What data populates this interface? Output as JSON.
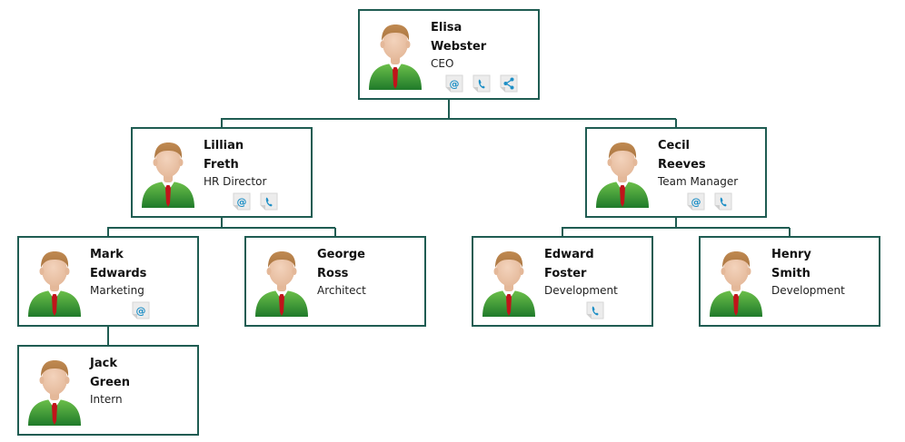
{
  "theme": {
    "border_color": "#1f5c52",
    "connector_color": "#1f5c52",
    "icon_color": "#1e8fc6",
    "shirt_color": "#3aa13a",
    "tie_color": "#c0141a",
    "skin_color": "#e4b899",
    "hair_color": "#a9743f"
  },
  "people": [
    {
      "id": "elisa-webster",
      "first": "Elisa",
      "last": "Webster",
      "role": "CEO",
      "actions": [
        "email-icon",
        "phone-icon",
        "share-icon"
      ]
    },
    {
      "id": "lillian-freth",
      "first": "Lillian",
      "last": "Freth",
      "role": "HR Director",
      "actions": [
        "email-icon",
        "phone-icon"
      ]
    },
    {
      "id": "cecil-reeves",
      "first": "Cecil",
      "last": "Reeves",
      "role": "Team Manager",
      "actions": [
        "email-icon",
        "phone-icon"
      ]
    },
    {
      "id": "mark-edwards",
      "first": "Mark",
      "last": "Edwards",
      "role": "Marketing",
      "actions": [
        "email-icon"
      ]
    },
    {
      "id": "george-ross",
      "first": "George",
      "last": "Ross",
      "role": "Architect",
      "actions": []
    },
    {
      "id": "edward-foster",
      "first": "Edward",
      "last": "Foster",
      "role": "Development",
      "actions": [
        "phone-icon"
      ]
    },
    {
      "id": "henry-smith",
      "first": "Henry",
      "last": "Smith",
      "role": "Development",
      "actions": []
    },
    {
      "id": "jack-green",
      "first": "Jack",
      "last": "Green",
      "role": "Intern",
      "actions": []
    }
  ]
}
